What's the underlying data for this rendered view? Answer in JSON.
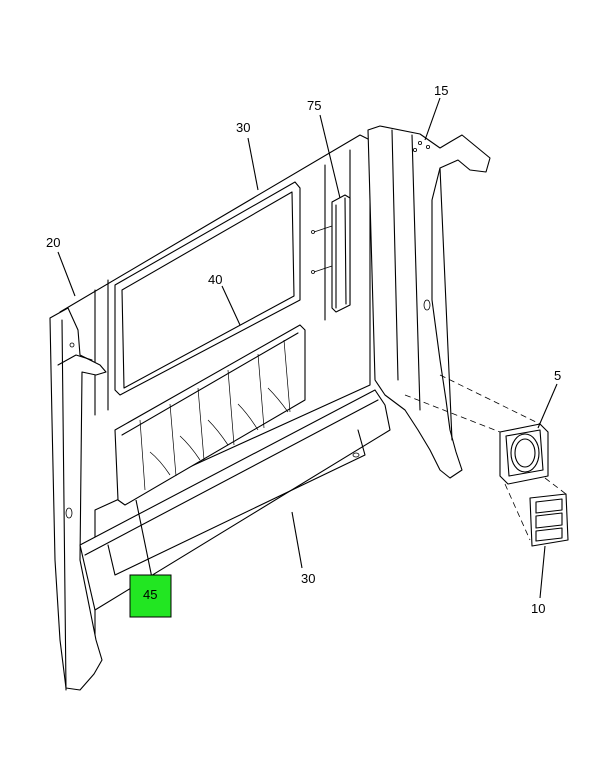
{
  "callouts": [
    {
      "id": "c15",
      "text": "15"
    },
    {
      "id": "c75",
      "text": "75"
    },
    {
      "id": "c30top",
      "text": "30"
    },
    {
      "id": "c20",
      "text": "20"
    },
    {
      "id": "c40",
      "text": "40"
    },
    {
      "id": "c5",
      "text": "5"
    },
    {
      "id": "c45",
      "text": "45"
    },
    {
      "id": "c30bot",
      "text": "30"
    },
    {
      "id": "c10",
      "text": "10"
    }
  ],
  "colors": {
    "highlight": "#22e622",
    "line": "#000000",
    "background": "#ffffff"
  }
}
